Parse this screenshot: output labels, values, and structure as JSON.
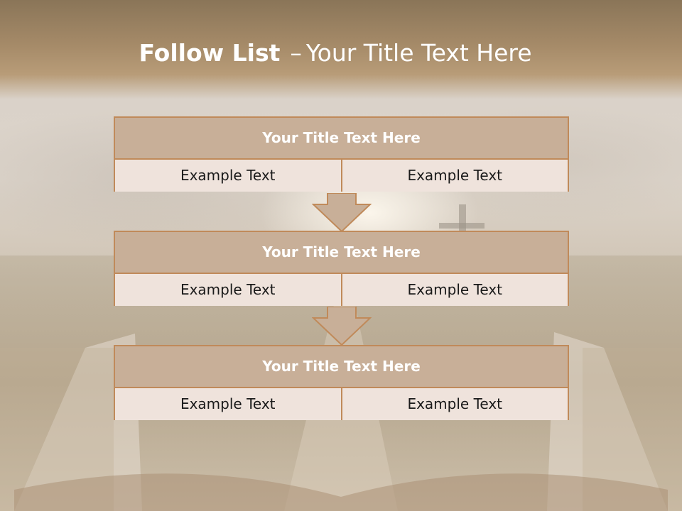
{
  "title": {
    "bold": "Follow List",
    "separator": "–",
    "rest": "Your Title Text Here"
  },
  "blocks": [
    {
      "title": "Your Title Text Here",
      "left": "Example Text",
      "right": "Example Text"
    },
    {
      "title": "Your Title Text Here",
      "left": "Example Text",
      "right": "Example Text"
    },
    {
      "title": "Your Title Text Here",
      "left": "Example Text",
      "right": "Example Text"
    }
  ],
  "colors": {
    "header_band": "#a58a68",
    "block_head": "#c8af98",
    "block_body": "#efe3dc",
    "border": "#c08a5a"
  },
  "icons": [
    "down-arrow-icon",
    "down-arrow-icon"
  ]
}
